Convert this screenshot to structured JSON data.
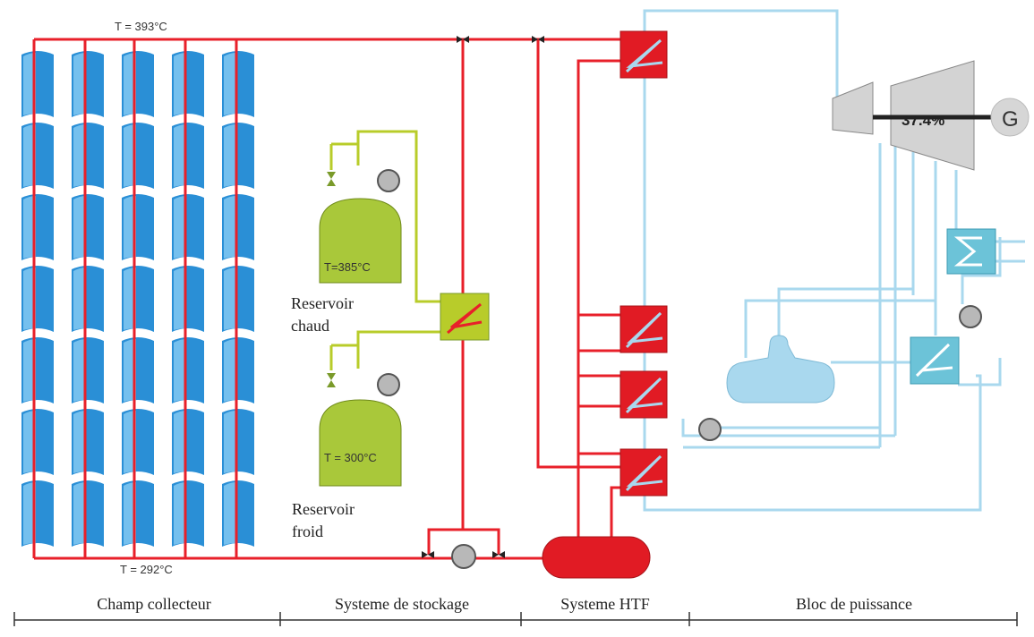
{
  "temperatures": {
    "hot_header": "T = 393°C",
    "cold_header": "T = 292°C",
    "hot_tank": "T=385°C",
    "cold_tank": "T = 300°C"
  },
  "labels": {
    "hot_tank_line1": "Reservoir",
    "hot_tank_line2": "chaud",
    "cold_tank_line1": "Reservoir",
    "cold_tank_line2": "froid",
    "turbine_efficiency": "37.4%",
    "generator": "G"
  },
  "sections": [
    {
      "label": "Champ collecteur"
    },
    {
      "label": "Systeme de stockage"
    },
    {
      "label": "Systeme HTF"
    },
    {
      "label": "Bloc de puissance"
    }
  ],
  "colors": {
    "htf": "#e8202a",
    "water_steam": "#a9d8ee",
    "molten_salt": "#b8cc2a",
    "collector": "#2a8fd6",
    "turbine": "#d3d3d3"
  }
}
